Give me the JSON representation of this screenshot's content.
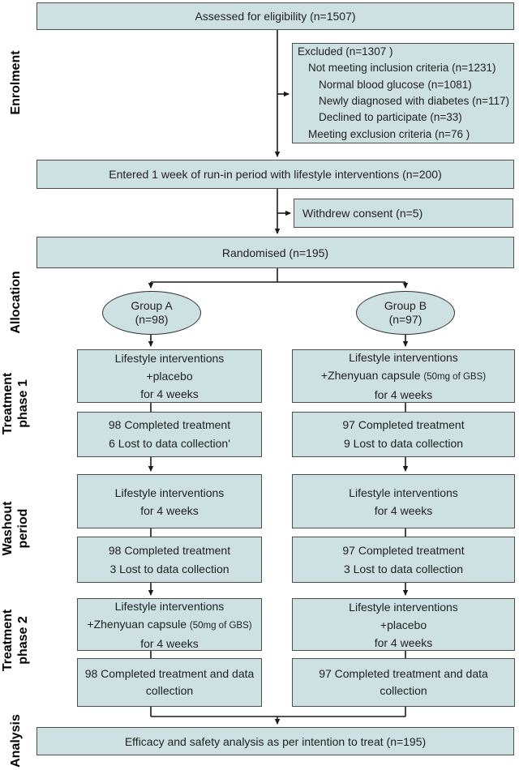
{
  "colors": {
    "box_fill": "#cde1e3",
    "box_border": "#4b4f50",
    "line": "#1a1a1a",
    "text": "#1f1f1f",
    "bg": "#ffffff"
  },
  "side_labels": {
    "enrolment": "Enrolment",
    "allocation": "Allocation",
    "treatment1_line1": "Treatment",
    "treatment1_line2": "phase 1",
    "washout_line1": "Washout",
    "washout_line2": "period",
    "treatment2_line1": "Treatment",
    "treatment2_line2": "phase 2",
    "analysis": "Analysis"
  },
  "enrolment": {
    "assessed": "Assessed for eligibility (n=1507)",
    "excluded": {
      "line1": "Excluded (n=1307 )",
      "line2": "Not meeting inclusion criteria (n=1231)",
      "line3": "Normal blood glucose (n=1081)",
      "line4": "Newly diagnosed with diabetes (n=117)",
      "line5": "Declined to participate (n=33)",
      "line6": "Meeting exclusion criteria (n=76 )"
    },
    "runin": "Entered 1 week of run-in period with lifestyle interventions (n=200)",
    "withdrew": "Withdrew consent (n=5)",
    "randomised": "Randomised (n=195)"
  },
  "allocation": {
    "group_a_line1": "Group A",
    "group_a_line2": "(n=98)",
    "group_b_line1": "Group B",
    "group_b_line2": "(n=97)"
  },
  "phase1": {
    "left_intervention": {
      "l1": "Lifestyle interventions",
      "l2": "+placebo",
      "l3": "for 4 weeks"
    },
    "right_intervention": {
      "l1": "Lifestyle interventions",
      "l2_main": "+Zhenyuan capsule ",
      "l2_small": "(50mg of GBS)",
      "l3": "for 4 weeks"
    },
    "left_outcome": {
      "l1": "98 Completed treatment",
      "l2": "6 Lost to data collection'"
    },
    "right_outcome": {
      "l1": "97 Completed treatment",
      "l2": "9 Lost to data collection"
    }
  },
  "washout": {
    "left_intervention": {
      "l1": "Lifestyle interventions",
      "l2": "for 4 weeks"
    },
    "right_intervention": {
      "l1": "Lifestyle interventions",
      "l2": "for 4 weeks"
    },
    "left_outcome": {
      "l1": "98 Completed treatment",
      "l2": "3 Lost to data collection"
    },
    "right_outcome": {
      "l1": "97 Completed treatment",
      "l2": "3 Lost to data collection"
    }
  },
  "phase2": {
    "left_intervention": {
      "l1": "Lifestyle interventions",
      "l2_main": "+Zhenyuan capsule ",
      "l2_small": "(50mg of GBS)",
      "l3": "for 4 weeks"
    },
    "right_intervention": {
      "l1": "Lifestyle interventions",
      "l2": "+placebo",
      "l3": "for 4 weeks"
    },
    "left_outcome": {
      "l1": "98 Completed treatment and data",
      "l2": "collection"
    },
    "right_outcome": {
      "l1": "97 Completed treatment and data",
      "l2": "collection"
    }
  },
  "analysis": {
    "final": "Efficacy and safety analysis as per intention to treat (n=195)"
  }
}
